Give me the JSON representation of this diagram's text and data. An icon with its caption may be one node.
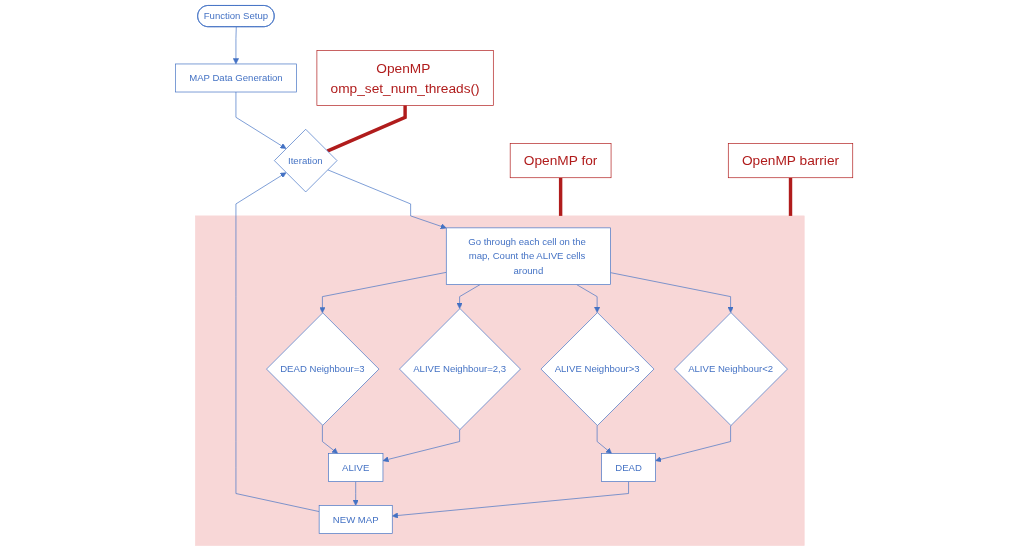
{
  "diagram": {
    "nodes": [
      {
        "text": [
          "Function Setup"
        ]
      },
      {
        "text": [
          "MAP Data Generation"
        ]
      },
      {
        "text": [
          "Iteration"
        ]
      },
      {
        "text": [],
        "shape": "box"
      },
      {
        "text": [
          "Go through each cell on the map, Count the ALIVE cells around"
        ],
        "in": 3
      },
      {
        "text": [
          "ALIVE Neighbour<2"
        ],
        "in": 3
      },
      {
        "text": [
          "ALIVE Neighbour>3"
        ],
        "in": 3
      },
      {
        "text": [
          "ALIVE Neighbour=2,3"
        ],
        "in": 3
      },
      {
        "text": [
          "DEAD Neighbour=3"
        ],
        "in": 3
      },
      {
        "text": [
          "DEAD"
        ],
        "in": 3
      },
      {
        "text": [
          "ALIVE"
        ],
        "in": 3
      },
      {
        "text": [
          "NEW MAP"
        ],
        "in": 3
      },
      {
        "text": [
          "OpenMP omp_set_num_threads()"
        ]
      },
      {
        "text": [
          "OpenMP for"
        ]
      },
      {
        "text": [
          "OpenMP barrier"
        ]
      }
    ],
    "edges": [
      {
        "from": 0,
        "to": 1,
        "arrow": "to"
      },
      {
        "from": 1,
        "to": 2,
        "arrow": "to"
      },
      {
        "from": 2,
        "to": 4,
        "arrow": "to"
      },
      {
        "from": 4,
        "to": 5,
        "arrow": "to"
      },
      {
        "from": 4,
        "to": 6,
        "arrow": "to"
      },
      {
        "from": 4,
        "to": 7,
        "arrow": "to"
      },
      {
        "from": 4,
        "to": 8,
        "arrow": "to"
      },
      {
        "from": 5,
        "to": 9,
        "arrow": "to"
      },
      {
        "from": 6,
        "to": 9,
        "arrow": "to"
      },
      {
        "from": 7,
        "to": 10,
        "arrow": "to"
      },
      {
        "from": 8,
        "to": 10,
        "arrow": "to"
      },
      {
        "from": 9,
        "to": 11,
        "arrow": "to"
      },
      {
        "from": 10,
        "to": 11,
        "arrow": "to"
      },
      {
        "from": 11,
        "to": 2,
        "arrow": "to"
      },
      {
        "from": 12,
        "to": 2,
        "arrow": "none",
        "style": "thick",
        "color": "#b01c1c"
      },
      {
        "from": 13,
        "to": 3,
        "arrow": "none",
        "style": "thick",
        "color": "#b01c1c"
      },
      {
        "from": 14,
        "to": 3,
        "arrow": "none",
        "style": "thick",
        "color": "#b01c1c"
      }
    ]
  }
}
